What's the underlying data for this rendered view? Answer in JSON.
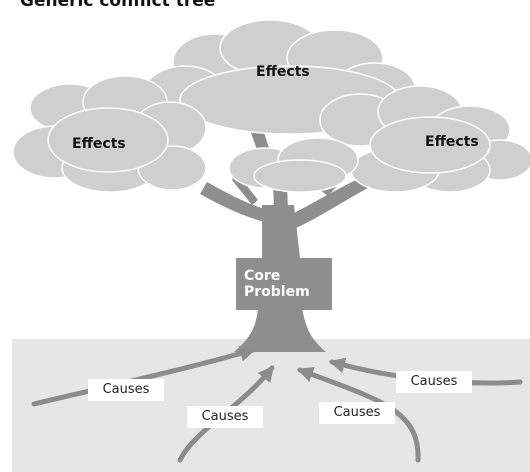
{
  "title": "Generic conflict tree",
  "effects": {
    "left": "Effects",
    "top": "Effects",
    "right": "Effects"
  },
  "core_problem": {
    "line1": "Core",
    "line2": "Problem"
  },
  "causes": {
    "left": "Causes",
    "center_left": "Causes",
    "center_right": "Causes",
    "right": "Causes"
  },
  "colors": {
    "canopy": "#cfcfcf",
    "trunk": "#8e8e8e",
    "core_box": "#8e8e8e",
    "ground": "#e6e6e6",
    "arrows": "#8c8c8c",
    "cause_box": "#ffffff"
  }
}
